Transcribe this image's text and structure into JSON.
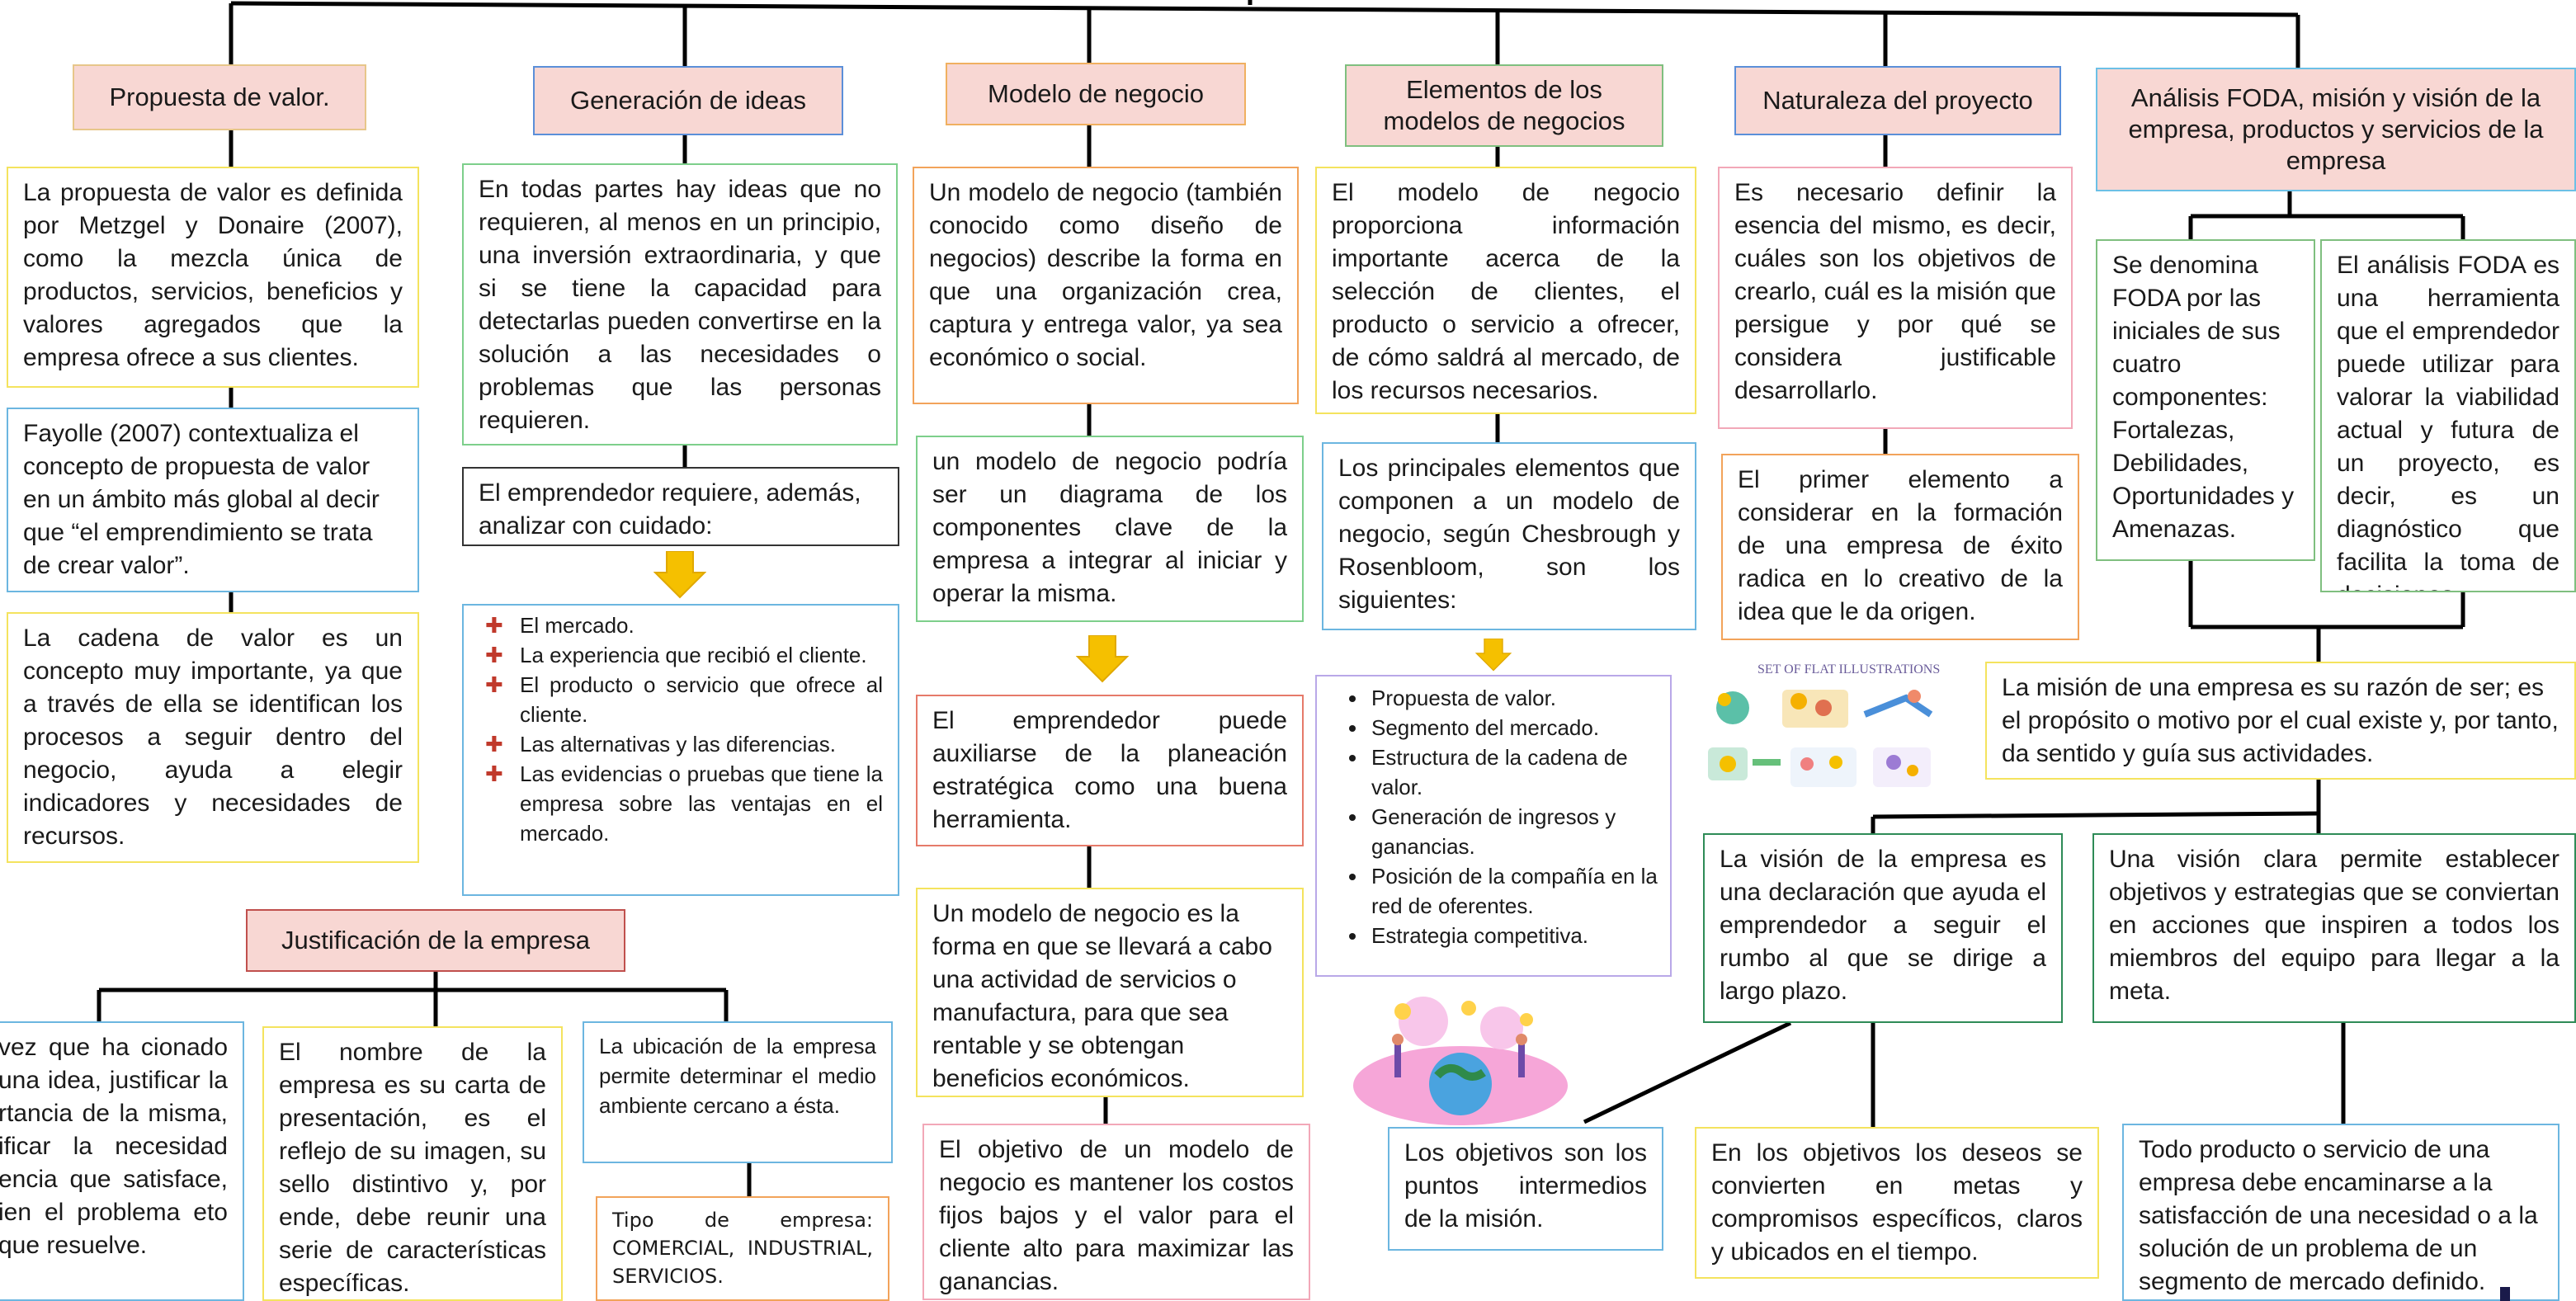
{
  "colors": {
    "header_fill": "#f8d7d3",
    "arrow": "#f5c000",
    "line": "#000000"
  },
  "headers": {
    "propuesta": "Propuesta de valor.",
    "ideas": "Generación de ideas",
    "modelo": "Modelo de negocio",
    "elementos": "Elementos de los modelos de negocios",
    "naturaleza": "Naturaleza del proyecto",
    "foda": "Análisis FODA, misión y visión de la empresa, productos y servicios de la empresa",
    "justificacion": "Justificación de la empresa"
  },
  "col1": {
    "b1": "La propuesta de valor es definida por Metzgel y Donaire (2007), como la mezcla única de productos, servicios, beneficios y valores agregados que la empresa ofrece a sus clientes.",
    "b2": "Fayolle (2007) contextualiza el concepto de propuesta de valor en un ámbito más global al decir que “el emprendimiento se trata de crear valor”.",
    "b3": "La cadena de valor es un concepto muy importante, ya que a través de ella se identifican los procesos a seguir dentro del negocio, ayuda a elegir indicadores y necesidades de recursos."
  },
  "col2": {
    "b1": "En todas partes hay ideas que no requieren, al menos en un principio, una inversión extraordinaria, y que si se tiene la capacidad para detectarlas pueden convertirse en la solución a las necesidades o problemas que las personas requieren.",
    "b2": "El emprendedor requiere, además, analizar con cuidado:",
    "list": [
      "El mercado.",
      "La experiencia que recibió el cliente.",
      "El producto o servicio que ofrece al cliente.",
      "Las alternativas y las diferencias.",
      "Las evidencias o pruebas que tiene la empresa sobre las ventajas en el mercado."
    ]
  },
  "col3": {
    "b1": "Un modelo de negocio (también conocido como diseño de negocios) describe la forma en que una organización crea, captura y entrega valor, ya sea económico o social.",
    "b2": "un modelo de negocio podría ser un diagrama de los componentes clave de la empresa a integrar al iniciar y operar la misma.",
    "b3": "El emprendedor puede auxiliarse de la planeación estratégica como una buena herramienta.",
    "b4": "Un modelo de negocio es la forma en que se llevará a cabo una actividad de servicios o manufactura, para que sea rentable y se obtengan beneficios económicos.",
    "b5": "El objetivo de un modelo de negocio es mantener los costos fijos bajos y el valor para el cliente alto para maximizar las ganancias."
  },
  "col4": {
    "b1": "El modelo de negocio proporciona información importante acerca de la selección de clientes, el producto o servicio a ofrecer, de cómo saldrá al mercado, de los recursos necesarios.",
    "b2": "Los principales elementos que componen a un modelo de negocio, según Chesbrough y Rosenbloom, son los siguientes:",
    "list": [
      "Propuesta de valor.",
      "Segmento del mercado.",
      "Estructura de la cadena de valor.",
      "Generación de ingresos y ganancias.",
      "Posición de la compañía en la red de oferentes.",
      "Estrategia competitiva."
    ]
  },
  "col5": {
    "b1": "Es necesario definir la esencia del mismo, es decir, cuáles son los objetivos de crearlo, cuál es la misión que persigue y por qué se considera justificable desarrollarlo.",
    "b2": "El primer elemento a considerar en la formación de una empresa de éxito radica en lo creativo de la idea que le da origen.",
    "illus_title": "SET OF FLAT ILLUSTRATIONS"
  },
  "col6": {
    "b1": "Se denomina FODA por las iniciales de sus cuatro componentes: Fortalezas, Debilidades, Oportunidades y Amenazas.",
    "b2": "El análisis FODA es una herramienta que el emprendedor puede utilizar para valorar la viabilidad actual y futura de un proyecto, es decir, es un diagnóstico que facilita la toma de decisiones.",
    "mision": "La misión de una empresa es su razón de ser; es el propósito o motivo por el cual existe y, por tanto, da sentido y guía sus actividades.",
    "vision1": "La visión de la empresa es una declaración que ayuda el emprendedor a seguir el rumbo al que se dirige a largo plazo.",
    "vision2": "Una visión clara permite establecer objetivos y estrategias que se conviertan en acciones que inspiren a todos los miembros del equipo para llegar a la meta.",
    "obj1": "Los objetivos son los puntos intermedios de la misión.",
    "obj2": "En los objetivos los deseos se convierten en metas y compromisos específicos, claros y ubicados en el tiempo.",
    "producto": "Todo producto o servicio de una empresa debe encaminarse a la satisfacción de una necesidad o a la solución de un problema de un segmento de mercado definido."
  },
  "justificacion": {
    "b1": "vez que ha cionado una idea, justificar la rtancia de la misma, ificar la necesidad encia que satisface, ien el problema eto que resuelve.",
    "b2": "El nombre de la empresa es su carta de presentación, es el reflejo de su imagen, su sello distintivo y, por ende, debe reunir una serie de características específicas.",
    "b3": "La ubicación de la empresa permite determinar el medio ambiente cercano a ésta.",
    "b4": "Tipo de empresa: COMERCIAL, INDUSTRIAL, SERVICIOS."
  }
}
